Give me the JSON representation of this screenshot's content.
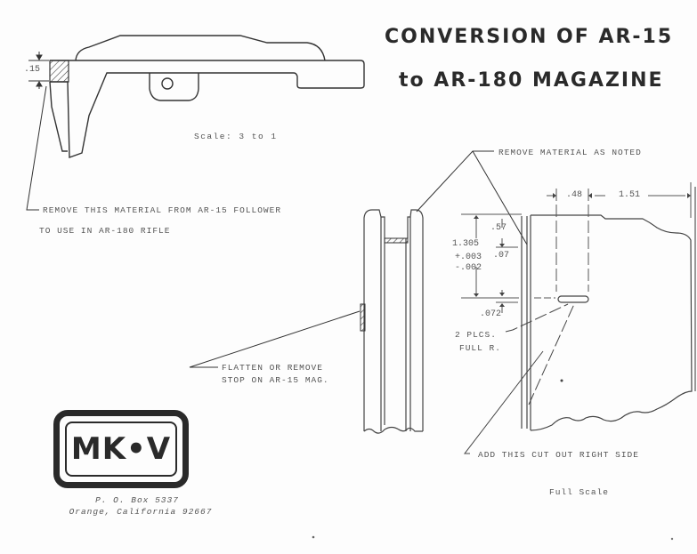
{
  "title": {
    "line1": "CONVERSION OF AR-15",
    "line2": "to AR-180 MAGAZINE"
  },
  "follower_view": {
    "dimension": ".15",
    "scale": "Scale: 3 to 1",
    "note_line1": "REMOVE THIS MATERIAL FROM AR-15 FOLLOWER",
    "note_line2": "TO USE IN AR-180 RIFLE"
  },
  "magazine_view": {
    "callout_top": "REMOVE MATERIAL AS NOTED",
    "flatten_line1": "FLATTEN OR REMOVE",
    "flatten_line2": "STOP ON AR-15 MAG."
  },
  "detail_view": {
    "dim_width_a": ".48",
    "dim_width_b": "1.51",
    "dim_057": ".57",
    "dim_1305": "1.305",
    "tol_plus": "+.003",
    "tol_minus": "-.002",
    "dim_007": ".07",
    "dim_072": ".072",
    "plcs_line1": "2 PLCS.",
    "plcs_line2": "FULL R.",
    "cutout_note": "ADD THIS CUT OUT RIGHT SIDE",
    "scale": "Full Scale"
  },
  "logo": {
    "text": "MK•V",
    "address_line1": "P. O. Box 5337",
    "address_line2": "Orange, California 92667"
  },
  "colors": {
    "ink": "#2a2a2a",
    "paper": "#fdfdfd",
    "text_gray": "#555555"
  }
}
